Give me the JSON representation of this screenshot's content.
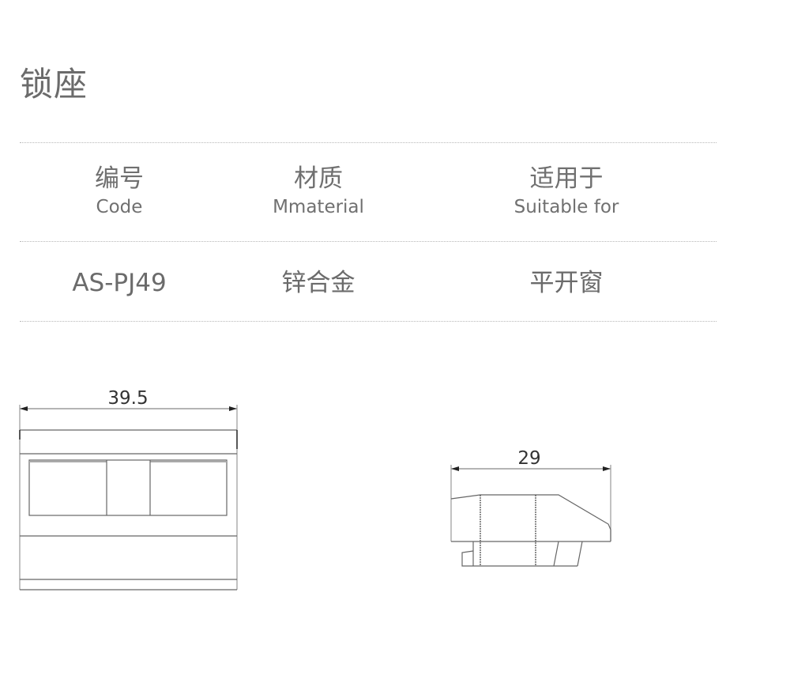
{
  "title": "锁座",
  "spec_table": {
    "headers": [
      {
        "zh": "编号",
        "en": "Code"
      },
      {
        "zh": "材质",
        "en": "Mmaterial"
      },
      {
        "zh": "适用于",
        "en": "Suitable for"
      }
    ],
    "values": [
      "AS-PJ49",
      "锌合金",
      "平开窗"
    ]
  },
  "drawings": {
    "front_view": {
      "dimension_label": "39.5"
    },
    "side_view": {
      "dimension_label": "29"
    }
  },
  "colors": {
    "text": "#6b6b6b",
    "divider": "#b8b8b8",
    "line": "#555555"
  }
}
